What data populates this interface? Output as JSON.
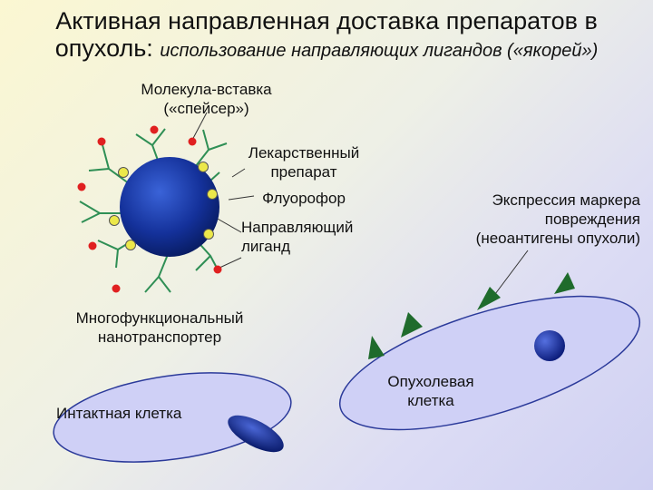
{
  "title": {
    "line1": "Активная направленная доставка препаратов в",
    "line2_main": "опухоль:",
    "line2_sub": "использование направляющих лигандов («якорей»)"
  },
  "labels": {
    "spacer_line1": "Молекула-вставка",
    "spacer_line2": "(«спейсер»)",
    "drug_line1": "Лекарственный",
    "drug_line2": "препарат",
    "fluorophore": "Флуорофор",
    "ligand_line1": "Направляющий",
    "ligand_line2": "лиганд",
    "marker_line1": "Экспрессия маркера",
    "marker_line2": "повреждения",
    "marker_line3": "(неоантигены опухоли)",
    "nano_line1": "Многофункциональный",
    "nano_line2": "нанотранспортер",
    "intact_cell": "Интактная клетка",
    "tumor_line1": "Опухолевая",
    "tumor_line2": "клетка"
  },
  "colors": {
    "nanoparticle": "#0d2a8a",
    "arms": "#2f8f55",
    "ligand_tip": "#e02020",
    "fluorophore": "#ece84a",
    "cell_fill": "#cfd0f6",
    "cell_stroke": "#2b3a9a",
    "nucleus": "#0a1a78",
    "marker": "#1f6b2c"
  }
}
